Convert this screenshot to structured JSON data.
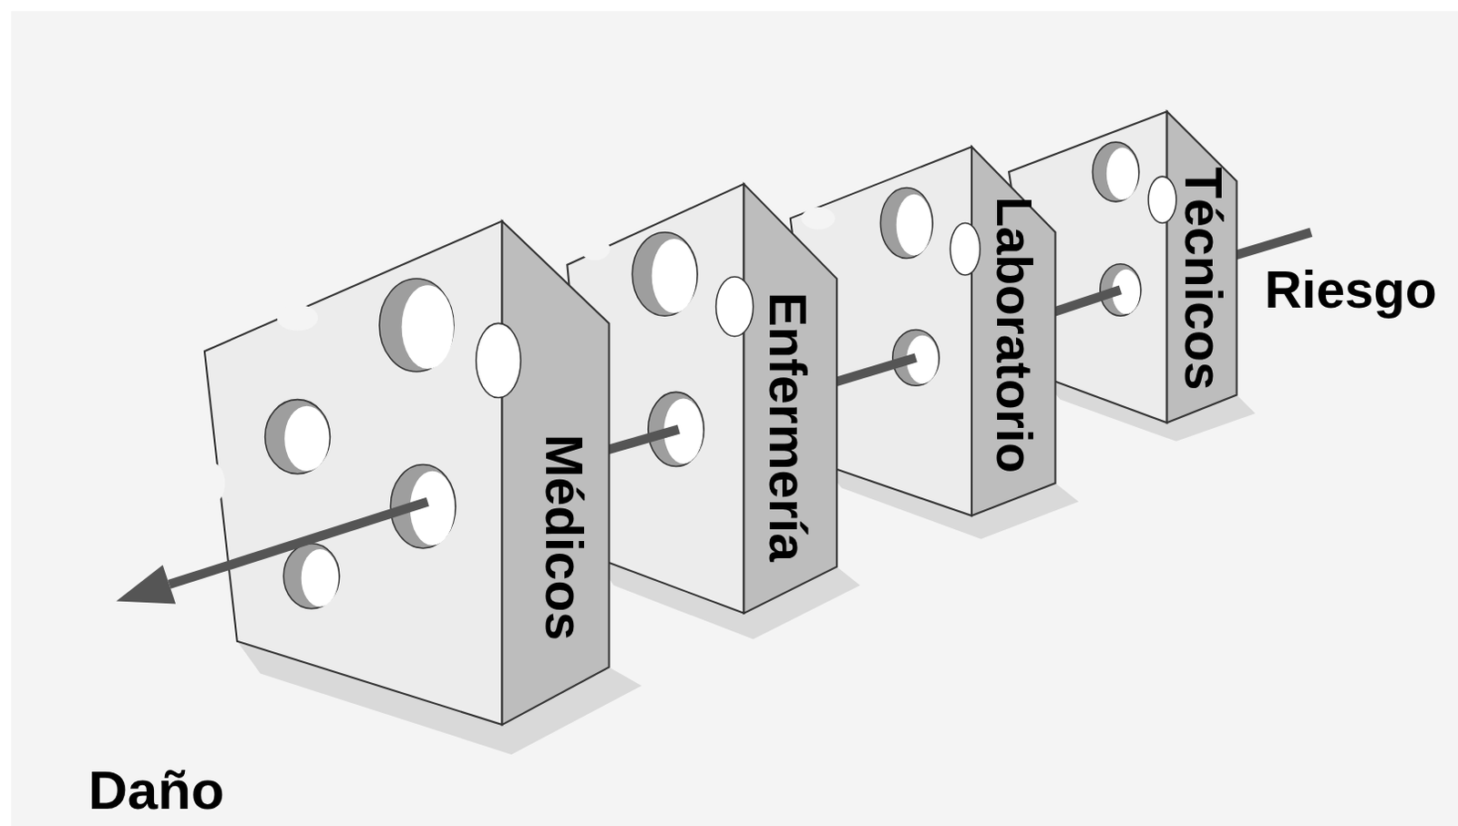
{
  "diagram": {
    "nodes": [
      {
        "text": [
          "Médicos"
        ]
      },
      {
        "text": [
          "Enfermería"
        ]
      },
      {
        "text": [
          "Laboratorio"
        ]
      },
      {
        "text": [
          "Técnicos"
        ]
      }
    ],
    "labels": [
      "Riesgo",
      "Daño"
    ]
  }
}
